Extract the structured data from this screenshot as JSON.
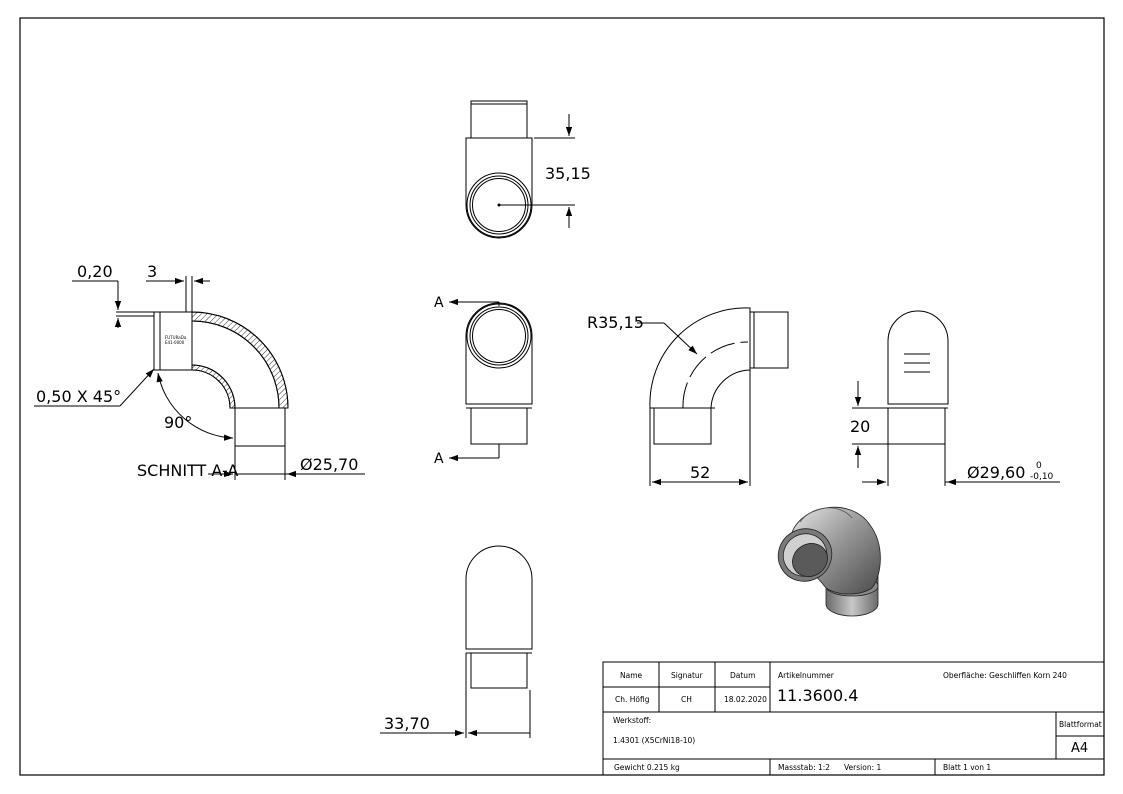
{
  "drawing": {
    "section_label": "SCHNITT A-A",
    "section_marker": "A",
    "dims": {
      "top_view_offset": "35,15",
      "wall": "0,20",
      "socket_depth": "3",
      "chamfer": "0,50 X 45°",
      "angle": "90°",
      "inner_diameter": "Ø25,70",
      "radius": "R35,15",
      "length": "52",
      "spigot_length": "20",
      "outer_diameter": "Ø29,60",
      "tol_upper": "0",
      "tol_lower": "-0,10",
      "bottom_width": "33,70"
    },
    "engraving": [
      "FUTURaDa",
      "E41-0000"
    ]
  },
  "title_block": {
    "headers": {
      "name": "Name",
      "signatur": "Signatur",
      "datum": "Datum"
    },
    "row": {
      "name": "Ch. Höfig",
      "signatur": "CH",
      "datum": "18.02.2020"
    },
    "artikel_label": "Artikelnummer",
    "artikel_value": "11.3600.4",
    "oberflaeche": "Oberfläche:  Geschliffen Korn 240",
    "werkstoff_label": "Werkstoff:",
    "werkstoff_value": "1.4301 (X5CrNi18-10)",
    "blattformat_label": "Blattformat",
    "blattformat_value": "A4",
    "gewicht": "Gewicht 0.215 kg",
    "massstab": "Massstab: 1:2",
    "version": "Version: 1",
    "blatt": "Blatt 1 von 1"
  }
}
